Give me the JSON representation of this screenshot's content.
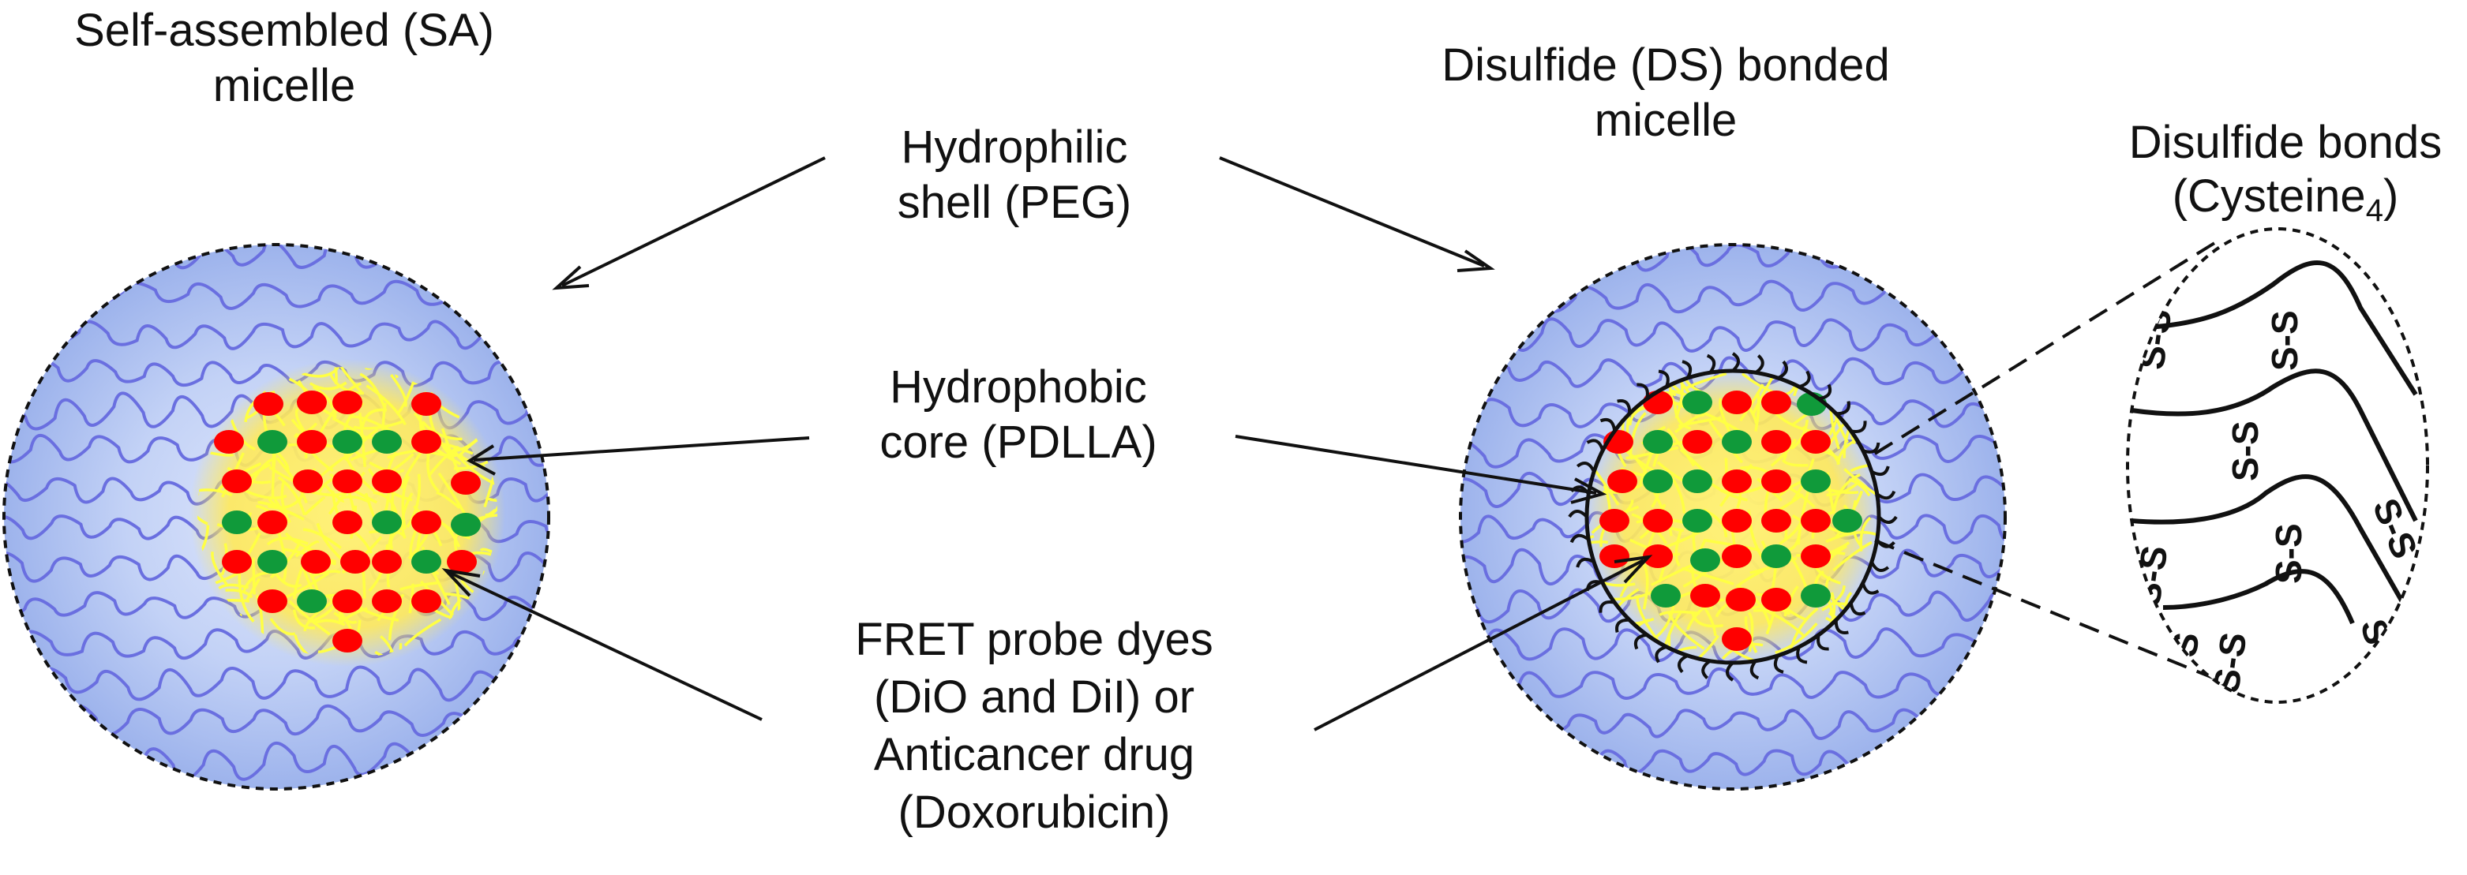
{
  "labels": {
    "sa_line1": "Self-assembled (SA)",
    "sa_line2": "micelle",
    "ds_line1": "Disulfide (DS) bonded",
    "ds_line2": "micelle",
    "bonds_line1": "Disulfide bonds",
    "bonds_line2_main": "(Cysteine",
    "bonds_line2_sub": "4",
    "bonds_line2_end": ")",
    "shell_line1": "Hydrophilic",
    "shell_line2": "shell (PEG)",
    "core_line1": "Hydrophobic",
    "core_line2": "core (PDLLA)",
    "dye_line1": "FRET probe dyes",
    "dye_line2": "(DiO and DiI) or",
    "dye_line3": "Anticancer drug",
    "dye_line4": "(Doxorubicin)",
    "ss_bond": "S-S"
  },
  "colors": {
    "shell_fill": "#b7c9f2",
    "shell_edge": "#8fa8ea",
    "peg_chain": "#6a6fe0",
    "core_chain": "#ffff44",
    "core_glow": "#ffd84a",
    "dye_red": "#ff0000",
    "dye_green": "#109a3a",
    "outline": "#111111"
  }
}
